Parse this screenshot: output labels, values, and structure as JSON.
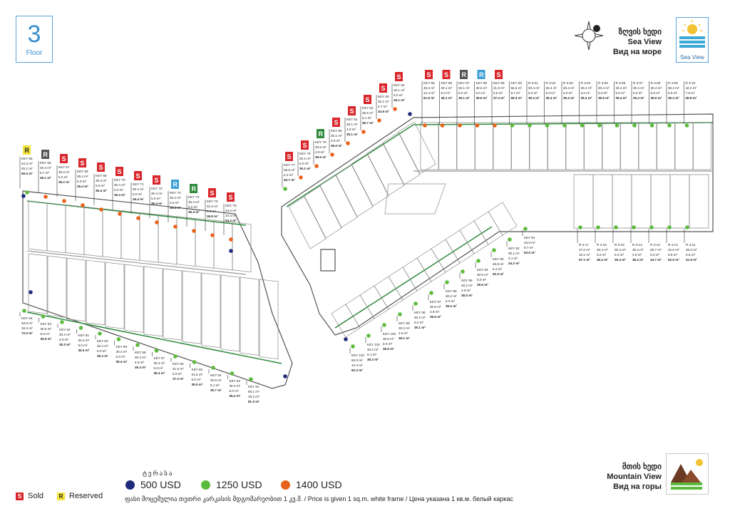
{
  "floor": {
    "number": "3",
    "label": "Floor"
  },
  "views": {
    "sea": {
      "ka": "ზღვის ხედი",
      "en": "Sea View",
      "ru": "Вид на море",
      "caption": "Sea View"
    },
    "mountain": {
      "ka": "მთის ხედი",
      "en": "Mountain View",
      "ru": "Вид на горы"
    }
  },
  "legend": {
    "title": "ტერასა",
    "prices": [
      {
        "label": "500 USD",
        "color": "#1f2a7a"
      },
      {
        "label": "1250 USD",
        "color": "#5cbb3c"
      },
      {
        "label": "1400 USD",
        "color": "#e8621a"
      }
    ],
    "sold": {
      "badge": "S",
      "label": "Sold",
      "color": "#d9262b"
    },
    "reserved": {
      "badge": "R",
      "label": "Reserved",
      "color": "#f2e33b"
    },
    "note": "ფასი მოცემულია თეთრი კარკასის მდგომარეობით 1 კვ.მ. / Price is given 1 sq.m. white frame / Цена указана 1 кв.м. белый каркас"
  },
  "status_colors": {
    "S": "#d9262b",
    "R_reserved": "#f2e33b",
    "R_blue": "#3a9fd6",
    "R_green": "#2f8a3e",
    "R_gray": "#555555"
  },
  "units_left_top": [
    {
      "key": "KEY 65",
      "a": "44.3 m²",
      "b": "25.1 m²",
      "t": "69.4 m²",
      "status": "R",
      "col": "#f2e33b"
    },
    {
      "key": "KEY 66",
      "a": "30.4 m²",
      "b": "5.7 m²",
      "t": "36.1 m²",
      "status": "R",
      "col": "#555555"
    },
    {
      "key": "KEY 67",
      "a": "30.2 m²",
      "b": "5.0 m²",
      "t": "35.2 m²",
      "status": "S",
      "col": "#d9262b"
    },
    {
      "key": "KEY 68",
      "a": "30.4 m²",
      "b": "5.0 m²",
      "t": "35.4 m²",
      "status": "S",
      "col": "#d9262b"
    },
    {
      "key": "KEY 69",
      "a": "30.4 m²",
      "b": "5.0 m²",
      "t": "35.4 m²",
      "status": "S",
      "col": "#d9262b"
    },
    {
      "key": "KEY 70",
      "a": "30.4 m²",
      "b": "5.0 m²",
      "t": "35.4 m²",
      "status": "S",
      "col": "#d9262b"
    },
    {
      "key": "KEY 71",
      "a": "30.4 m²",
      "b": "5.0 m²",
      "t": "35.4 m²",
      "status": "S",
      "col": "#d9262b"
    },
    {
      "key": "KEY 72",
      "a": "30.4 m²",
      "b": "5.0 m²",
      "t": "35.4 m²",
      "status": "S",
      "col": "#d9262b"
    },
    {
      "key": "KEY 73",
      "a": "30.4 m²",
      "b": "5.0 m²",
      "t": "35.4 m²",
      "status": "R",
      "col": "#3a9fd6"
    },
    {
      "key": "KEY 74",
      "a": "30.4 m²",
      "b": "5.0 m²",
      "t": "35.4 m²",
      "status": "R",
      "col": "#2f8a3e"
    },
    {
      "key": "KEY 75",
      "a": "31.6 m²",
      "b": "5.3 m²",
      "t": "36.9 m²",
      "status": "S",
      "col": "#d9262b"
    },
    {
      "key": "KEY 76",
      "a": "44.0 m²",
      "b": "10.3 m²",
      "t": "54.2 m²",
      "status": "S",
      "col": "#d9262b"
    }
  ],
  "units_left_bottom": [
    {
      "key": "KEY 64",
      "a": "53.5 m²",
      "b": "18.4 m²",
      "t": "72.0 m²"
    },
    {
      "key": "KEY 63",
      "a": "30.5 m²",
      "b": "5.0 m²",
      "t": "35.5 m²"
    },
    {
      "key": "KEY 62",
      "a": "30.4 m²",
      "b": "4.9 m²",
      "t": "35.3 m²"
    },
    {
      "key": "KEY 61",
      "a": "30.4 m²",
      "b": "5.0 m²",
      "t": "35.4 m²"
    },
    {
      "key": "KEY 60",
      "a": "30.4 m²",
      "b": "5.0 m²",
      "t": "35.4 m²"
    },
    {
      "key": "KEY 59",
      "a": "30.4 m²",
      "b": "5.0 m²",
      "t": "35.4 m²"
    },
    {
      "key": "KEY 58",
      "a": "30.4 m²",
      "b": "4.9 m²",
      "t": "35.3 m²"
    },
    {
      "key": "KEY 57",
      "a": "30.4 m²",
      "b": "5.0 m²",
      "t": "35.4 m²"
    },
    {
      "key": "KEY 56",
      "a": "31.5 m²",
      "b": "5.9 m²",
      "t": "37.3 m²"
    },
    {
      "key": "KEY 55",
      "a": "31.5 m²",
      "b": "5.0 m²",
      "t": "36.5 m²"
    },
    {
      "key": "KEY 54",
      "a": "30.6 m²",
      "b": "5.1 m²",
      "t": "35.7 m²"
    },
    {
      "key": "KEY 53",
      "a": "30.4 m²",
      "b": "5.0 m²",
      "t": "35.4 m²"
    },
    {
      "key": "KEY 52",
      "a": "66.1 m²",
      "b": "15.2 m²",
      "t": "81.3 m²"
    }
  ],
  "units_right_diag": [
    {
      "key": "KEY 77",
      "a": "36.5 m²",
      "b": "4.2 m²",
      "t": "40.7 m²",
      "status": "S",
      "col": "#d9262b"
    },
    {
      "key": "KEY 78",
      "a": "30.1 m²",
      "b": "5.0 m²",
      "t": "35.1 m²",
      "status": "S",
      "col": "#d9262b"
    },
    {
      "key": "KEY 79",
      "a": "30.6 m²",
      "b": "4.9 m²",
      "t": "35.5 m²",
      "status": "R",
      "col": "#2f8a3e"
    },
    {
      "key": "KEY 80",
      "a": "30.1 m²",
      "b": "4.9 m²",
      "t": "35.0 m²",
      "status": "S",
      "col": "#d9262b"
    },
    {
      "key": "KEY 81",
      "a": "30.1 m²",
      "b": "4.9 m²",
      "t": "35.1 m²",
      "status": "S",
      "col": "#d9262b"
    },
    {
      "key": "KEY 82",
      "a": "30.6 m²",
      "b": "5.1 m²",
      "t": "35.7 m²",
      "status": "S",
      "col": "#d9262b"
    },
    {
      "key": "KEY 83",
      "a": "30.1 m²",
      "b": "4.7 m²",
      "t": "34.9 m²",
      "status": "S",
      "col": "#d9262b"
    },
    {
      "key": "KEY 84",
      "a": "30.1 m²",
      "b": "5.0 m²",
      "t": "35.1 m²",
      "status": "S",
      "col": "#d9262b"
    }
  ],
  "units_right_top": [
    {
      "key": "KEY 85",
      "a": "49.2 m²",
      "b": "12.4 m²",
      "t": "61.6 m²",
      "status": "S",
      "col": "#d9262b"
    },
    {
      "key": "KEY 86",
      "a": "30.1 m²",
      "b": "5.0 m²",
      "t": "35.1 m²",
      "status": "S",
      "col": "#d9262b"
    },
    {
      "key": "KEY 87",
      "a": "30.1 m²",
      "b": "5.0 m²",
      "t": "35.1 m²",
      "status": "R",
      "col": "#555555"
    },
    {
      "key": "KEY 88",
      "a": "30.6 m²",
      "b": "5.0 m²",
      "t": "35.6 m²",
      "status": "R",
      "col": "#3a9fd6"
    },
    {
      "key": "KEY 89",
      "a": "31.9 m²",
      "b": "5.5 m²",
      "t": "37.4 m²",
      "status": "S",
      "col": "#d9262b"
    },
    {
      "key": "KEY 90",
      "a": "56.6 m²",
      "b": "9.7 m²",
      "t": "66.3 m²"
    },
    {
      "key": "R 3-01",
      "a": "30.4 m²",
      "b": "5.0 m²",
      "t": "35.4 m²"
    },
    {
      "key": "R 3-02",
      "a": "30.4 m²",
      "b": "5.0 m²",
      "t": "35.4 m²"
    },
    {
      "key": "R 3-03",
      "a": "30.4 m²",
      "b": "5.0 m²",
      "t": "35.4 m²"
    },
    {
      "key": "R 3-04",
      "a": "30.4 m²",
      "b": "5.0 m²",
      "t": "35.4 m²"
    },
    {
      "key": "R 3-05",
      "a": "30.4 m²",
      "b": "5.0 m²",
      "t": "35.5 m²"
    },
    {
      "key": "R 3-06",
      "a": "30.4 m²",
      "b": "5.0 m²",
      "t": "35.4 m²"
    },
    {
      "key": "R 3-07",
      "a": "30.4 m²",
      "b": "5.0 m²",
      "t": "35.4 m²"
    },
    {
      "key": "R 3-08",
      "a": "30.4 m²",
      "b": "5.0 m²",
      "t": "35.5 m²"
    },
    {
      "key": "R 3-09",
      "a": "30.4 m²",
      "b": "5.0 m²",
      "t": "35.4 m²"
    },
    {
      "key": "R 3-10",
      "a": "42.2 m²",
      "b": "7.6 m²",
      "t": "49.8 m²"
    }
  ],
  "units_right_bottom": [
    {
      "key": "KEY 102",
      "a": "50.0 m²",
      "b": "12.4 m²",
      "t": "62.4 m²"
    },
    {
      "key": "KEY 101",
      "a": "30.2 m²",
      "b": "5.1 m²",
      "t": "35.2 m²"
    },
    {
      "key": "KEY 100",
      "a": "30.6 m²",
      "b": "5.0 m²",
      "t": "35.6 m²"
    },
    {
      "key": "KEY 99",
      "a": "30.2 m²",
      "b": "4.9 m²",
      "t": "35.1 m²"
    },
    {
      "key": "KEY 98",
      "a": "30.2 m²",
      "b": "5.0 m²",
      "t": "35.1 m²"
    },
    {
      "key": "KEY 97",
      "a": "30.6 m²",
      "b": "4.9 m²",
      "t": "35.5 m²"
    },
    {
      "key": "KEY 96",
      "a": "30.2 m²",
      "b": "5.0 m²",
      "t": "35.2 m²"
    },
    {
      "key": "KEY 95",
      "a": "30.2 m²",
      "b": "4.9 m²",
      "t": "35.0 m²"
    },
    {
      "key": "KEY 94",
      "a": "30.6 m²",
      "b": "5.0 m²",
      "t": "35.6 m²"
    },
    {
      "key": "KEY 93",
      "a": "46.9 m²",
      "b": "5.4 m²",
      "t": "52.3 m²"
    },
    {
      "key": "KEY 92",
      "a": "30.1 m²",
      "b": "4.1 m²",
      "t": "34.2 m²"
    },
    {
      "key": "KEY 91",
      "a": "43.8 m²",
      "b": "9.7 m²",
      "t": "53.5 m²"
    }
  ],
  "units_right_mid": [
    {
      "key": "R 3-17",
      "a": "47.0 m²",
      "b": "10.1 m²",
      "t": "57.1 m²"
    },
    {
      "key": "R 3-16",
      "a": "30.4 m²",
      "b": "5.0 m²",
      "t": "35.4 m²"
    },
    {
      "key": "R 3-15",
      "a": "30.4 m²",
      "b": "5.0 m²",
      "t": "35.4 m²"
    },
    {
      "key": "R 3-14",
      "a": "30.4 m²",
      "b": "4.9 m²",
      "t": "35.4 m²"
    },
    {
      "key": "R 3-13",
      "a": "29.7 m²",
      "b": "5.0 m²",
      "t": "34.7 m²"
    },
    {
      "key": "R 3-12",
      "a": "42.6 m²",
      "b": "9.9 m²",
      "t": "52.5 m²"
    },
    {
      "key": "R 3-11",
      "a": "36.3 m²",
      "b": "5.6 m²",
      "t": "41.9 m²"
    }
  ]
}
